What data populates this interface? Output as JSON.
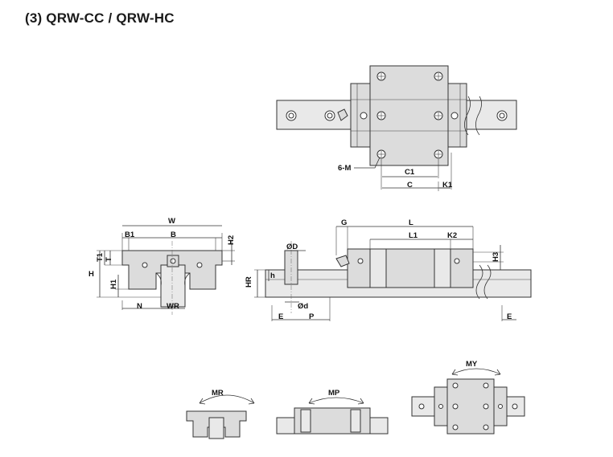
{
  "title": "(3) QRW-CC / QRW-HC",
  "top_view": {
    "m_label": "6-M",
    "c1": "C1",
    "c": "C",
    "k1": "K1"
  },
  "front_view": {
    "w": "W",
    "b": "B",
    "b1": "B1",
    "h2": "H2",
    "t": "T",
    "t1": "T1",
    "h": "H",
    "h1": "H1",
    "n": "N",
    "wr": "WR"
  },
  "side_view": {
    "g": "G",
    "l": "L",
    "l1": "L1",
    "k2": "K2",
    "h3": "H3",
    "d_big": "ØD",
    "h_small": "h",
    "hr": "HR",
    "d_small": "Ød",
    "e": "E",
    "p": "P"
  },
  "moments": {
    "mr": "MR",
    "mp": "MP",
    "my": "MY"
  },
  "colors": {
    "part_fill": "#dcdcdc",
    "line": "#333333"
  }
}
